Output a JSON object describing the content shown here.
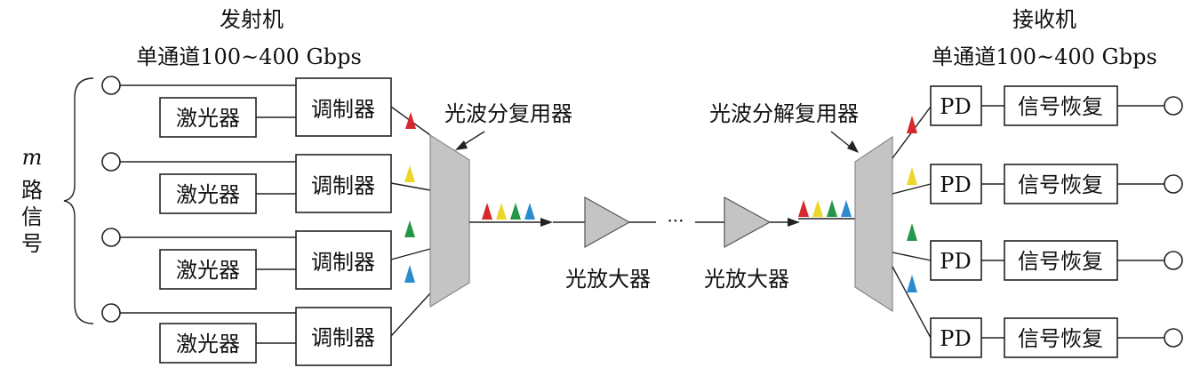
{
  "transmitter": {
    "title": "发射机",
    "rate": "单通道100~400 Gbps",
    "laser_label": "激光器",
    "modulator_label": "调制器",
    "mux_label": "光波分复用器"
  },
  "channels": {
    "var": "m",
    "chars": [
      "路",
      "信",
      "号"
    ]
  },
  "link": {
    "amplifier_label": "光放大器",
    "ellipsis": "···"
  },
  "receiver": {
    "title": "接收机",
    "rate": "单通道100~400 Gbps",
    "demux_label": "光波分解复用器",
    "pd_label": "PD",
    "recovery_label": "信号恢复"
  },
  "colors": {
    "wavelengths": [
      "#d7282e",
      "#ecd629",
      "#23964a",
      "#2a8ccf"
    ]
  }
}
